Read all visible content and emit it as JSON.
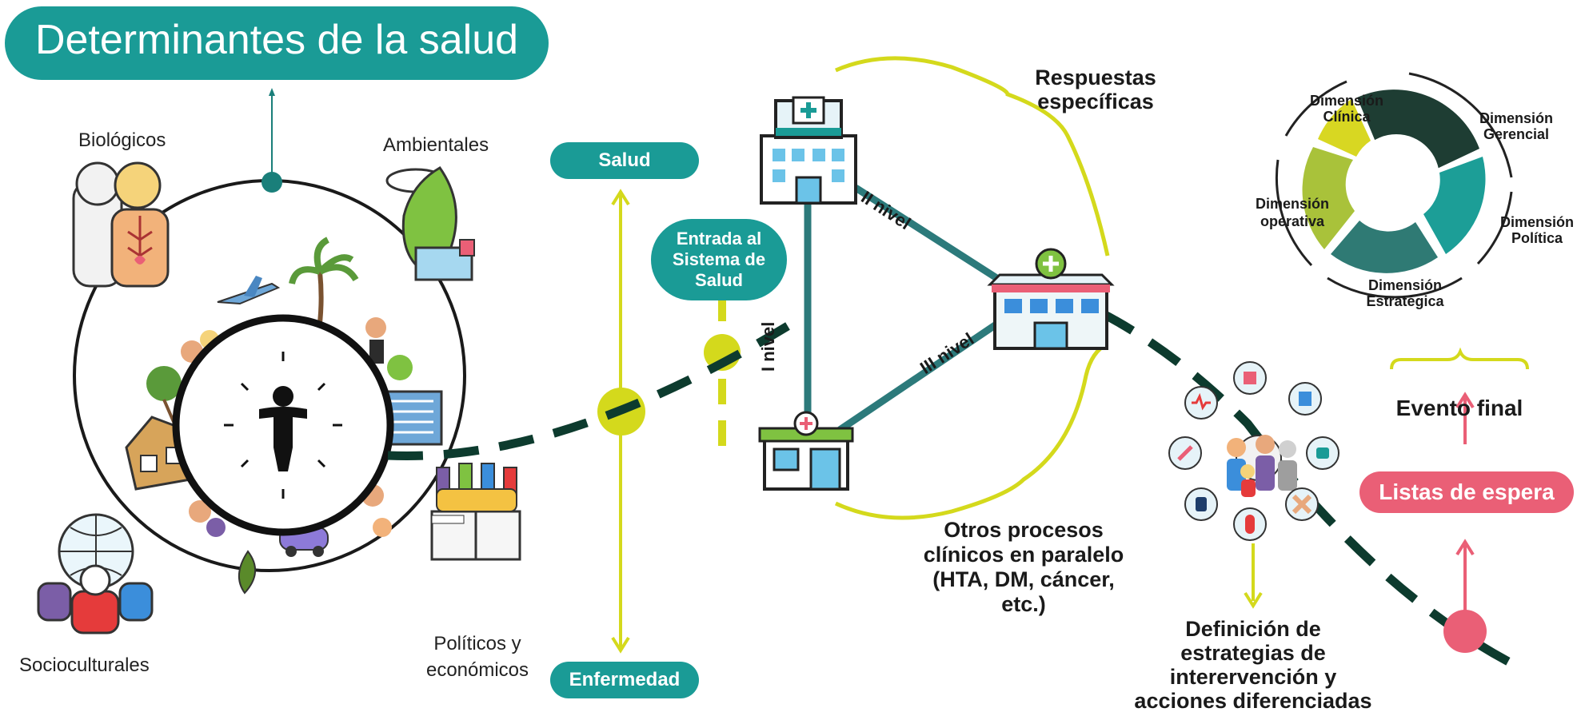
{
  "title": "Determinantes de la salud",
  "determinants": {
    "biologicos": "Biológicos",
    "ambientales": "Ambientales",
    "socioculturales": "Socioculturales",
    "politicos_line1": "Políticos  y",
    "politicos_line2": "económicos"
  },
  "axis": {
    "top": "Salud",
    "bottom": "Enfermedad",
    "entry_line1": "Entrada al",
    "entry_line2": "Sistema de",
    "entry_line3": "Salud"
  },
  "levels": {
    "level1": "I nivel",
    "level2": "II nivel",
    "level3": "III nivel"
  },
  "responses": {
    "line1": "Respuestas",
    "line2": "específicas"
  },
  "parallel": {
    "line1": "Otros procesos",
    "line2": "clínicos en paralelo",
    "line3": "(HTA, DM, cáncer,",
    "line4": "etc.)"
  },
  "strategies": {
    "line1": "Definición de",
    "line2": "estrategias de",
    "line3": "interervención y",
    "line4": "acciones diferenciadas"
  },
  "dimensions": {
    "clinica_1": "Dimensión",
    "clinica_2": "Clínica",
    "gerencial_1": "Dimensión",
    "gerencial_2": "Gerencial",
    "operativa_1": "Dimensión",
    "operativa_2": "operativa",
    "politica_1": "Dimensión",
    "politica_2": "Política",
    "estrategica_1": "Dimensión",
    "estrategica_2": "Estratégica"
  },
  "final_event": "Evento final",
  "waiting_list": "Listas de espera",
  "colors": {
    "teal": "#1a9b96",
    "dark_green": "#0d3b2e",
    "lime": "#d4d91c",
    "pink": "#ea5f76",
    "cycle": [
      "#1e3d33",
      "#1c9e97",
      "#2f7a74",
      "#a9c23a",
      "#d8d722"
    ]
  },
  "icons": [
    "person-icon",
    "hospital-icon",
    "clinic-icon",
    "family-icon",
    "leaf-icon",
    "skeleton-icon",
    "crowd-icon",
    "protest-icon",
    "airplane-icon",
    "palm-icon",
    "building-icon",
    "house-icon"
  ]
}
